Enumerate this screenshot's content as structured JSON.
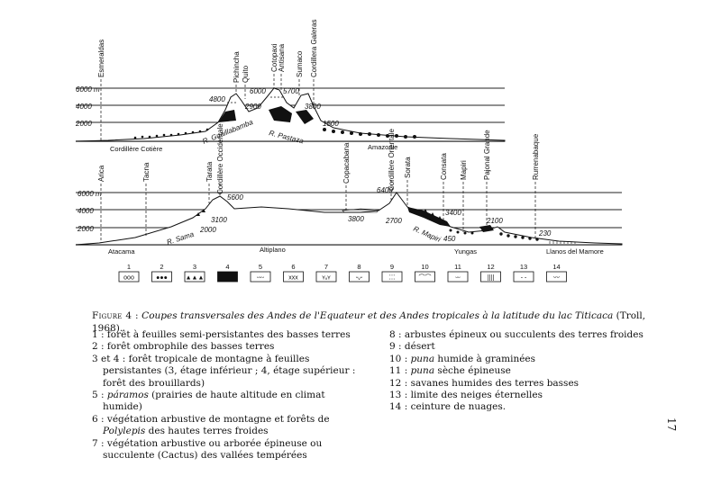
{
  "diagram": {
    "top_profile": {
      "altitude_labels": [
        "6000 m",
        "4000",
        "2000"
      ],
      "peak_labels": [
        "Esmeraldas",
        "Pichincha",
        "Quito",
        "Cotopaxi",
        "Antisana",
        "Sumaco",
        "Cordillera Galeras"
      ],
      "elevation_labels": [
        "4800",
        "6000",
        "5700",
        "2900",
        "3800",
        "1500"
      ],
      "river_labels": [
        "R. Guaillabamba",
        "R. Pastaza"
      ],
      "base_labels": [
        "Cordillère Cotière",
        "Amazonie"
      ]
    },
    "bottom_profile": {
      "altitude_labels": [
        "6000 m",
        "4000",
        "2000"
      ],
      "peak_labels": [
        "Arica",
        "Tacna",
        "Tarata",
        "Cordillère Occidentale",
        "Copacabana",
        "Cordillère Orientale",
        "Sorata",
        "Consata",
        "Mapiri",
        "Pajonal Grande",
        "Rurrenabaque"
      ],
      "elevation_labels": [
        "5600",
        "3100",
        "2000",
        "3800",
        "6400",
        "2700",
        "3400",
        "450",
        "2100",
        "230"
      ],
      "river_labels": [
        "R. Sama",
        "R. Mapiri"
      ],
      "base_labels": [
        "Atacama",
        "Altiplano",
        "Yungas",
        "Llanos del Mamore"
      ]
    },
    "legend_symbols": [
      "1",
      "2",
      "3",
      "4",
      "5",
      "6",
      "7",
      "8",
      "9",
      "10",
      "11",
      "12",
      "13",
      "14"
    ]
  },
  "caption": {
    "figure_label": "Figure 4 :",
    "title": "Coupes transversales des Andes de l'Equateur et des Andes tropicales à la latitude du lac Titicaca",
    "source": "(Troll, 1968)."
  },
  "legend": {
    "left": [
      {
        "text": "1 : forêt à feuilles semi-persistantes des basses terres"
      },
      {
        "text": "2 : forêt ombrophile des basses terres"
      },
      {
        "text": "3 et 4 : forêt tropicale de montagne à feuilles persistantes (3, étage inférieur ; 4, étage supérieur : forêt des brouillards)"
      },
      {
        "prefix": "5 : ",
        "em": "páramos",
        "suffix": " (prairies de haute altitude en climat humide)"
      },
      {
        "prefix": "6 : végétation arbustive de montagne et forêts de ",
        "em": "Polylepis",
        "suffix": " des hautes terres froides"
      },
      {
        "text": "7 : végétation arbustive ou arborée épineuse ou succulente (Cactus) des vallées tempérées"
      }
    ],
    "right": [
      {
        "text": "8 : arbustes épineux ou succulents des terres froides"
      },
      {
        "text": "9 : désert"
      },
      {
        "prefix": "10 : ",
        "em": "puna",
        "suffix": " humide à graminées"
      },
      {
        "prefix": "11 : ",
        "em": "puna",
        "suffix": " sèche épineuse"
      },
      {
        "text": "12 : savanes humides des terres basses"
      },
      {
        "text": "13 : limite des neiges éternelles"
      },
      {
        "text": "14 : ceinture de nuages."
      }
    ]
  },
  "page_number": "17"
}
